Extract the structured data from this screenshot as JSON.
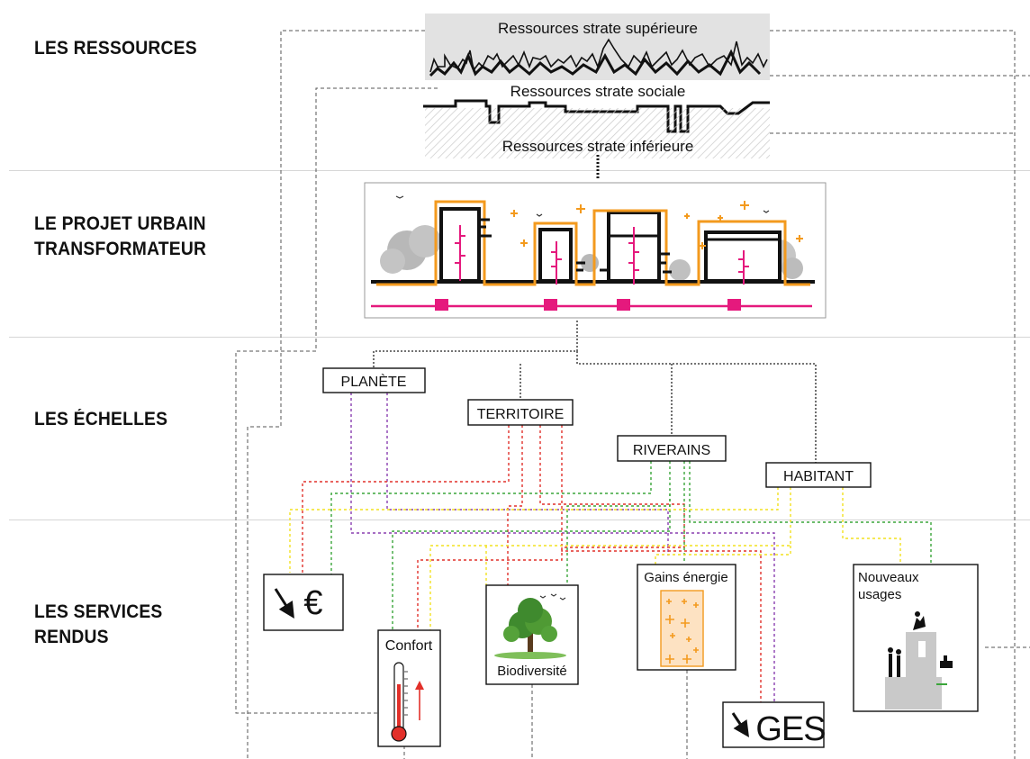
{
  "sections": [
    {
      "lines": [
        "LES RESSOURCES"
      ]
    },
    {
      "lines": [
        "LE PROJET URBAIN",
        "TRANSFORMATEUR"
      ]
    },
    {
      "lines": [
        "LES ÉCHELLES"
      ]
    },
    {
      "lines": [
        "LES SERVICES",
        "RENDUS"
      ]
    }
  ],
  "resources": {
    "upper": "Ressources strate supérieure",
    "social": "Ressources strate sociale",
    "lower": "Ressources strate inférieure"
  },
  "scales": {
    "planete": "PLANÈTE",
    "territoire": "TERRITOIRE",
    "riverains": "RIVERAINS",
    "habitant": "HABITANT"
  },
  "services": {
    "cost": "€",
    "confort": "Confort",
    "biodiversite": "Biodiversité",
    "gains_title": "Gains énergie",
    "ges": "GES",
    "nouveaux_line1": "Nouveaux",
    "nouveaux_line2": "usages"
  },
  "colors": {
    "orange": "#f39a1e",
    "magenta": "#e5197d",
    "red": "#e2302a",
    "green": "#3aa53a",
    "purple": "#8a3fb0",
    "yellow": "#f2e21f",
    "tree": "#3f8a2e"
  }
}
